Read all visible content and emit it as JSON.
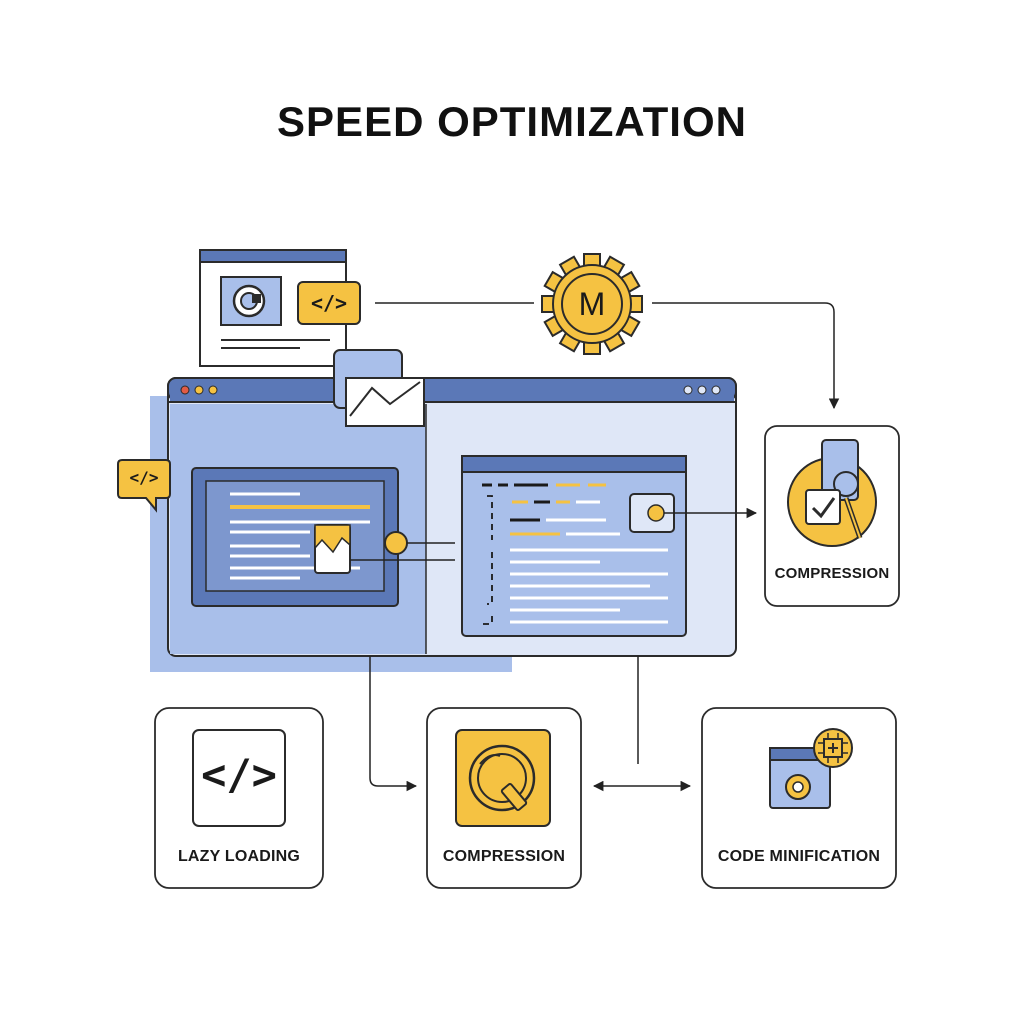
{
  "title": "SPEED OPTIMIZATION",
  "nodes": {
    "top_code_badge": "</>",
    "gear_letter": "M",
    "side_code_badge": "</>",
    "compression_right_label": "COMPRESSION",
    "lazy_loading_label": "LAZY LOADING",
    "lazy_loading_glyph": "</>",
    "compression_bottom_label": "COMPRESSION",
    "code_minification_label": "CODE MINIFICATION"
  },
  "colors": {
    "accent_yellow": "#f5c242",
    "accent_blue": "#5b78b7",
    "light_blue": "#a9bfea",
    "pale_blue": "#dfe7f7",
    "outline": "#2b2b2b"
  },
  "icons": [
    "target-icon",
    "code-icon",
    "gear-icon",
    "image-icon",
    "checkmark-icon",
    "magnifier-icon",
    "chip-icon"
  ]
}
